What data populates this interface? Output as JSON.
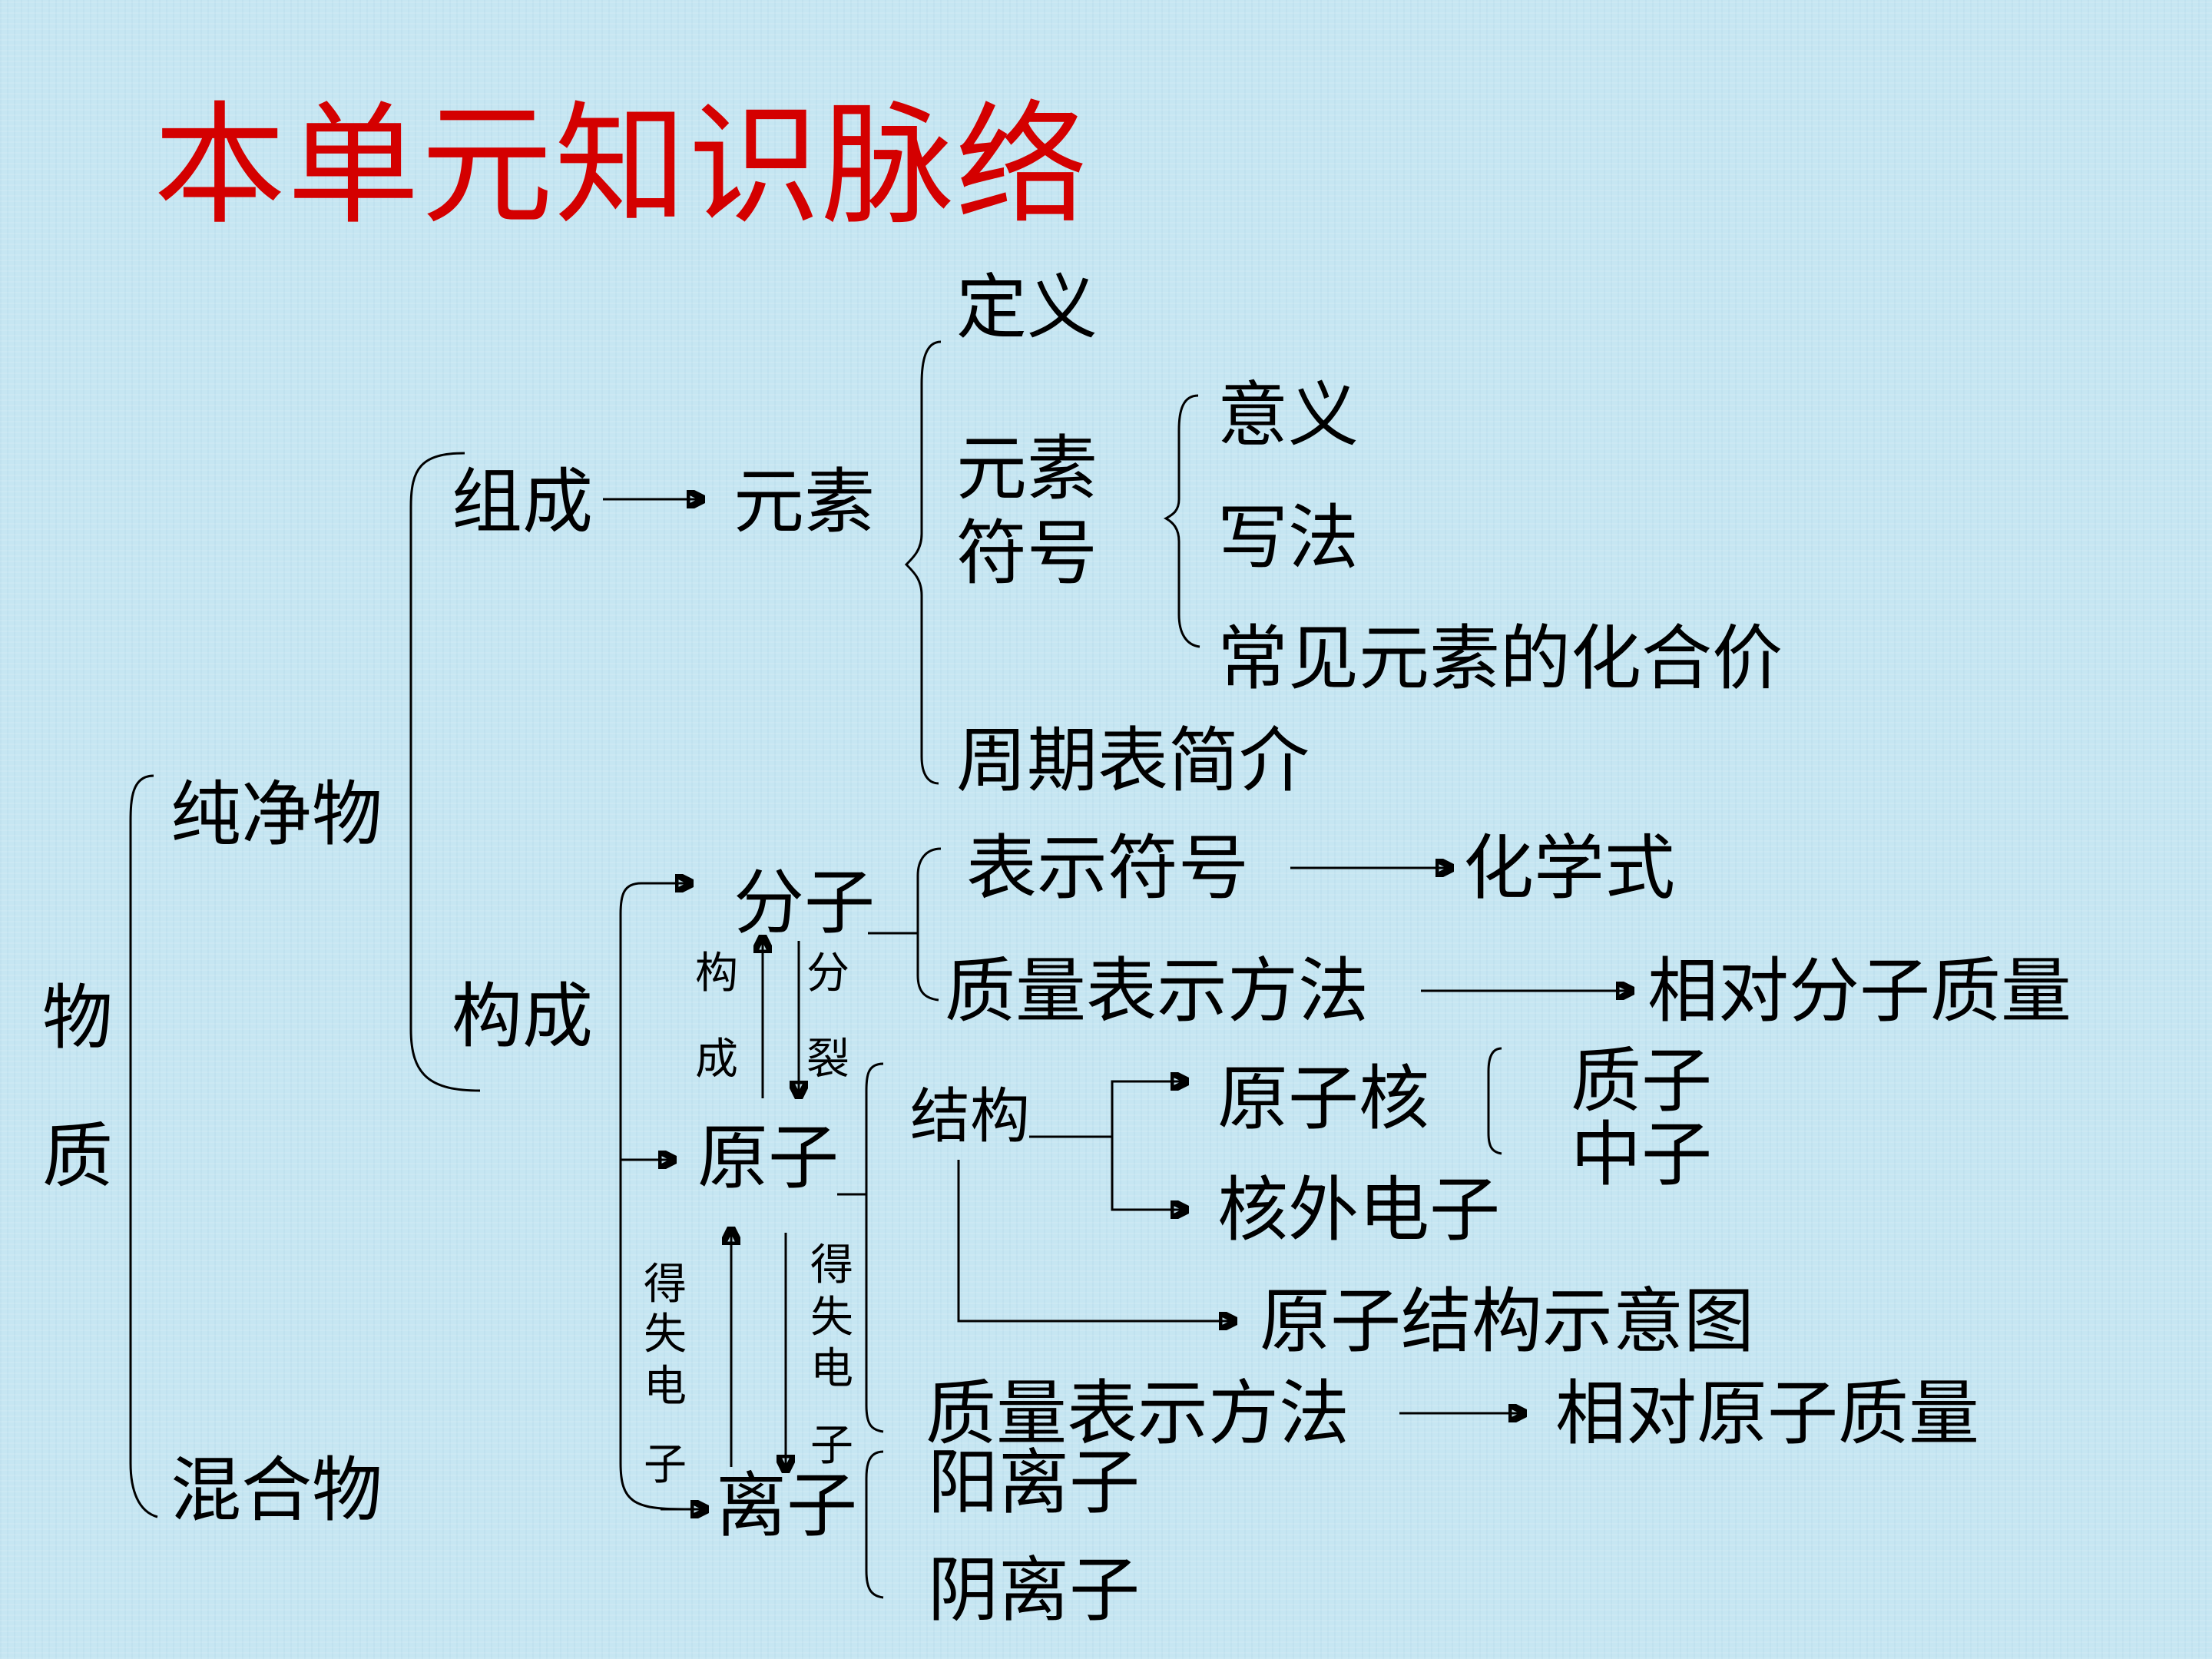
{
  "title": "本单元知识脉络",
  "root": {
    "char1": "物",
    "char2": "质"
  },
  "pure": "纯净物",
  "mixture": "混合物",
  "composition": "组成",
  "element": "元素",
  "element_branch": {
    "definition": "定义",
    "symbol_line1": "元素",
    "symbol_line2": "符号",
    "symbol_items": [
      "意义",
      "写法",
      "常见元素的化合价"
    ],
    "periodic_table": "周期表简介"
  },
  "construction": "构成",
  "molecule": "分子",
  "molecule_branch": {
    "symbol": "表示符号",
    "formula": "化学式",
    "mass_method": "质量表示方法",
    "relative_mass": "相对分子质量"
  },
  "atom": "原子",
  "atom_branch": {
    "structure": "结构",
    "nucleus": "原子核",
    "nucleus_parts": [
      "质子",
      "中子"
    ],
    "electrons": "核外电子",
    "diagram": "原子结构示意图",
    "mass_method": "质量表示方法",
    "relative_mass": "相对原子质量"
  },
  "ion": "离子",
  "ion_types": [
    "阳离子",
    "阴离子"
  ],
  "arrow_labels": {
    "form": [
      "构",
      "成"
    ],
    "split": [
      "分",
      "裂"
    ],
    "gain_lose_left": [
      "得",
      "失",
      "电",
      "子"
    ],
    "gain_lose_right": [
      "得",
      "失",
      "电",
      "子"
    ]
  }
}
